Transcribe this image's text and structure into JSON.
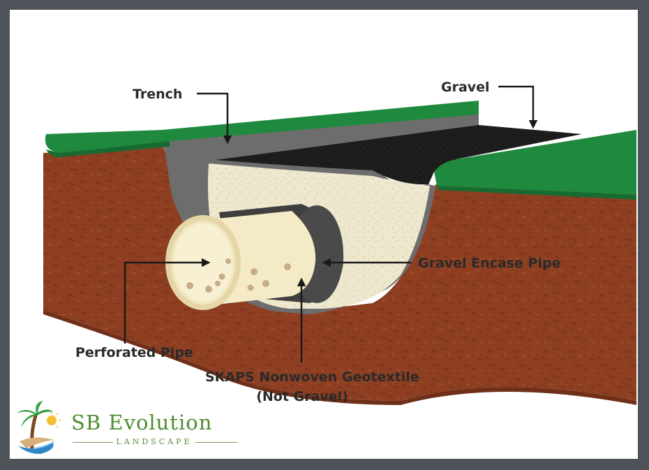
{
  "labels": {
    "trench": "Trench",
    "gravel": "Gravel",
    "gravel_encase_pipe": "Gravel Encase Pipe",
    "perforated_pipe": "Perforated Pipe",
    "geotextile_line1": "SKAPS Nonwoven Geotextile",
    "geotextile_line2": "(Not Gravel)"
  },
  "brand": {
    "name": "SB Evolution",
    "sub": "LANDSCAPE"
  },
  "colors": {
    "background": "#4d5358",
    "grass": "#1f8a3e",
    "soil": "#8e3f22",
    "trench_liner": "#6d6d6d",
    "gravel_top": "#1c1c1c",
    "gravel_fill": "#eee8cf",
    "pipe": "#f4ebc6",
    "text": "#2a2a2a",
    "brand_green": "#4e8c2f"
  },
  "icons": [
    "palm-tree-logo-icon",
    "sun-icon",
    "wave-icon"
  ]
}
